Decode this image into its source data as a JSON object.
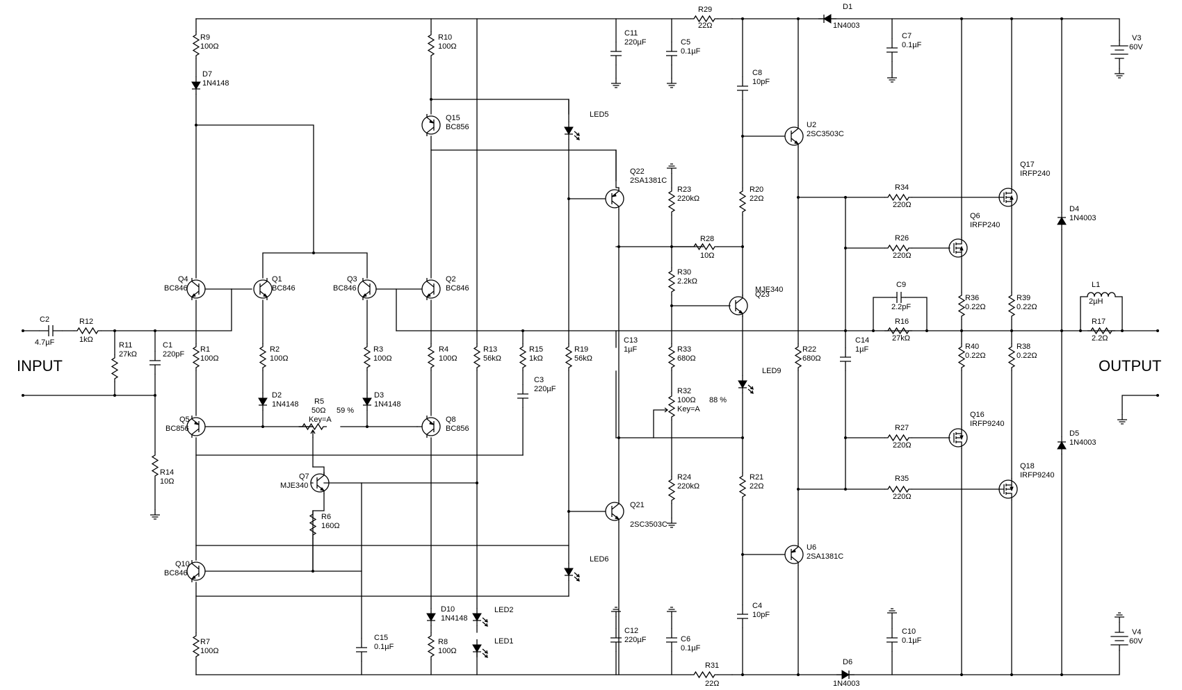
{
  "io": {
    "input": "INPUT",
    "output": "OUTPUT"
  },
  "labels": {
    "C2": "C2",
    "C2v": "4.7µF",
    "R12": "R12",
    "R12v": "1kΩ",
    "R11": "R11",
    "R11v": "27kΩ",
    "C1": "C1",
    "C1v": "220pF",
    "R9": "R9",
    "R9v": "100Ω",
    "D7": "D7",
    "D7v": "1N4148",
    "Q4": "Q4",
    "Q4v": "BC846",
    "Q1": "Q1",
    "Q1v": "BC846",
    "Q3": "Q3",
    "Q3v": "BC846",
    "Q2": "Q2",
    "Q2v": "BC846",
    "R1": "R1",
    "R1v": "100Ω",
    "R2": "R2",
    "R2v": "100Ω",
    "R3": "R3",
    "R3v": "100Ω",
    "R4": "R4",
    "R4v": "100Ω",
    "D2": "D2",
    "D2v": "1N4148",
    "D3": "D3",
    "D3v": "1N4148",
    "R5": "R5",
    "R5v": "50Ω",
    "R5k": "Key=A",
    "R5p": "59 %",
    "Q5": "Q5",
    "Q5v": "BC856",
    "Q8": "Q8",
    "Q8v": "BC856",
    "R14": "R14",
    "R14v": "10Ω",
    "Q7": "Q7",
    "Q7v": "MJE340",
    "R6": "R6",
    "R6v": "160Ω",
    "Q10": "Q10",
    "Q10v": "BC846",
    "R7": "R7",
    "R7v": "100Ω",
    "C15": "C15",
    "C15v": "0.1µF",
    "D10": "D10",
    "D10v": "1N4148",
    "R8": "R8",
    "R8v": "100Ω",
    "LED2": "LED2",
    "LED1": "LED1",
    "R10": "R10",
    "R10v": "100Ω",
    "Q15": "Q15",
    "Q15v": "BC856",
    "R13": "R13",
    "R13v": "56kΩ",
    "R15": "R15",
    "R15v": "1kΩ",
    "C3": "C3",
    "C3v": "220µF",
    "R19": "R19",
    "R19v": "56kΩ",
    "LED5": "LED5",
    "LED6": "LED6",
    "Q22": "Q22",
    "Q22v": "2SA1381C",
    "Q21": "Q21",
    "Q21v": "2SC3503C",
    "C11": "C11",
    "C11v": "220µF",
    "C5": "C5",
    "C5v": "0.1µF",
    "C12": "C12",
    "C12v": "220µF",
    "C6": "C6",
    "C6v": "0.1µF",
    "C13": "C13",
    "C13v": "1µF",
    "R23": "R23",
    "R23v": "220kΩ",
    "R28": "R28",
    "R28v": "10Ω",
    "R30": "R30",
    "R30v": "2.2kΩ",
    "R33": "R33",
    "R33v": "680Ω",
    "R32": "R32",
    "R32v": "100Ω",
    "R32k": "Key=A",
    "R32p": "88 %",
    "R24": "R24",
    "R24v": "220kΩ",
    "R29": "R29",
    "R29v": "22Ω",
    "R31": "R31",
    "R31v": "22Ω",
    "C8": "C8",
    "C8v": "10pF",
    "R20": "R20",
    "R20v": "22Ω",
    "Q23": "Q23",
    "Q23v": "MJE340",
    "LED9": "LED9",
    "R21": "R21",
    "R21v": "22Ω",
    "C4": "C4",
    "C4v": "10pF",
    "U2": "U2",
    "U2v": "2SC3503C",
    "U6": "U6",
    "U6v": "2SA1381C",
    "R22": "R22",
    "R22v": "680Ω",
    "C14": "C14",
    "C14v": "1µF",
    "D1": "D1",
    "D1v": "1N4003",
    "D6": "D6",
    "D6v": "1N4003",
    "C7": "C7",
    "C7v": "0.1µF",
    "C10": "C10",
    "C10v": "0.1µF",
    "R34": "R34",
    "R34v": "220Ω",
    "R26": "R26",
    "R26v": "220Ω",
    "C9": "C9",
    "C9v": "2.2pF",
    "R16": "R16",
    "R16v": "27kΩ",
    "R27": "R27",
    "R27v": "220Ω",
    "R35": "R35",
    "R35v": "220Ω",
    "Q17": "Q17",
    "Q17v": "IRFP240",
    "Q6": "Q6",
    "Q6v": "IRFP240",
    "Q16": "Q16",
    "Q16v": "IRFP9240",
    "Q18": "Q18",
    "Q18v": "IRFP9240",
    "R36": "R36",
    "R36v": "0.22Ω",
    "R39": "R39",
    "R39v": "0.22Ω",
    "R40": "R40",
    "R40v": "0.22Ω",
    "R38": "R38",
    "R38v": "0.22Ω",
    "D4": "D4",
    "D4v": "1N4003",
    "D5": "D5",
    "D5v": "1N4003",
    "L1": "L1",
    "L1v": "2µH",
    "R17": "R17",
    "R17v": "2.2Ω",
    "V3": "V3",
    "V3v": "60V",
    "V4": "V4",
    "V4v": "60V"
  }
}
